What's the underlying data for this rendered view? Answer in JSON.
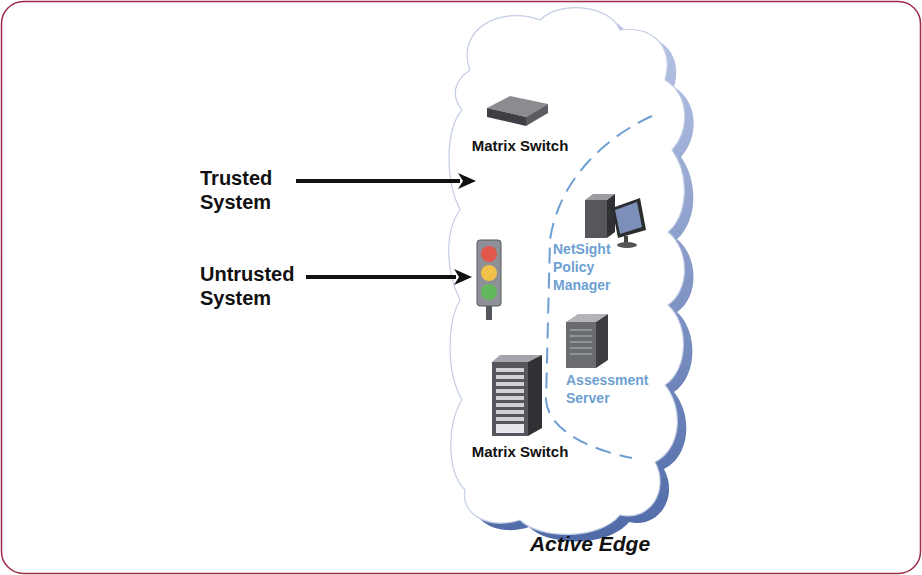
{
  "diagram": {
    "nodes": [
      {
        "text": [
          "Trusted System"
        ]
      },
      {
        "text": [
          "Untrusted System"
        ]
      },
      {
        "text": [
          "Active Edge"
        ]
      }
    ],
    "edges": [
      {
        "from": 0,
        "to": 2,
        "arrow": "to"
      },
      {
        "from": 1,
        "to": 2,
        "arrow": "to"
      }
    ],
    "labels": [
      "Matrix Switch",
      "NetSight Policy Manager",
      "Assessment Server",
      "Matrix Switch"
    ]
  }
}
